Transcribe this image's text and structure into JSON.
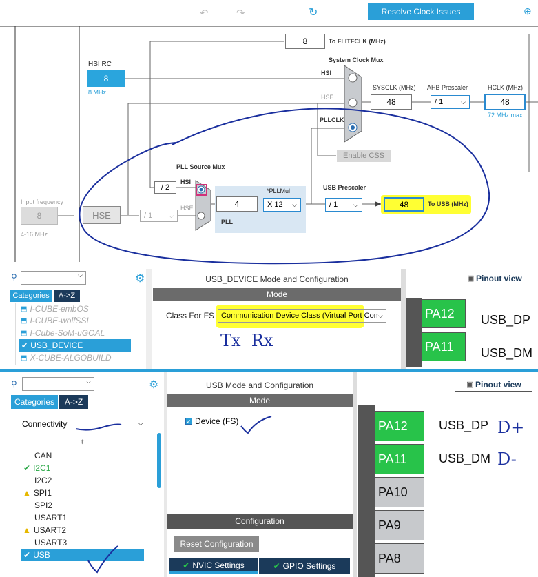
{
  "toolbar": {
    "resolve_button": "Resolve Clock Issues"
  },
  "clock": {
    "hsi_rc_label": "HSI RC",
    "hsi_rc_value": "8",
    "hsi_rc_freq": "8 MHz",
    "flitf_value": "8",
    "flitf_label": "To FLITFCLK (MHz)",
    "sysmux_label": "System Clock Mux",
    "mux_hsi": "HSI",
    "mux_hse": "HSE",
    "mux_pllclk": "PLLCLK",
    "enable_css": "Enable CSS",
    "sysclk_label": "SYSCLK (MHz)",
    "sysclk_value": "48",
    "ahb_label": "AHB Prescaler",
    "ahb_value": "/ 1",
    "hclk_label": "HCLK (MHz)",
    "hclk_value": "48",
    "hclk_max": "72 MHz max",
    "input_freq_label": "Input frequency",
    "input_freq_value": "8",
    "input_freq_range": "4-16 MHz",
    "hse_box": "HSE",
    "hse_div": "/ 1",
    "hsi_div": "/ 2",
    "pll_src_label": "PLL Source Mux",
    "pll_src_hsi": "HSI",
    "pll_src_hse": "HSE",
    "pll_value": "4",
    "pll_label": "PLL",
    "pllmul_label": "*PLLMul",
    "pllmul_value": "X 12",
    "usb_prescaler_label": "USB Prescaler",
    "usb_prescaler_value": "/ 1",
    "usb_out_value": "48",
    "usb_out_label": "To USB (MHz)"
  },
  "panel1": {
    "tab_categories": "Categories",
    "tab_az": "A->Z",
    "tree": [
      "I-CUBE-embOS",
      "I-CUBE-wolfSSL",
      "I-Cube-SoM-uGOAL",
      "USB_DEVICE",
      "X-CUBE-ALGOBUILD"
    ],
    "title": "USB_DEVICE Mode and Configuration",
    "mode_bar": "Mode",
    "class_label": "Class For FS IP",
    "class_value": "Communication Device Class (Virtual Port Com)",
    "handwriting": "Tx  Rx",
    "pinout_view": "Pinout view",
    "pins": [
      {
        "pin": "PA12",
        "signal": "USB_DP"
      },
      {
        "pin": "PA11",
        "signal": "USB_DM"
      }
    ]
  },
  "panel2": {
    "tab_categories": "Categories",
    "tab_az": "A->Z",
    "connectivity": "Connectivity",
    "list": [
      "CAN",
      "I2C1",
      "I2C2",
      "SPI1",
      "SPI2",
      "USART1",
      "USART2",
      "USART3",
      "USB"
    ],
    "title": "USB Mode and Configuration",
    "mode_bar": "Mode",
    "device_fs": "Device (FS)",
    "config_bar": "Configuration",
    "reset_config": "Reset Configuration",
    "nvic_tab": "NVIC Settings",
    "gpio_tab": "GPIO Settings",
    "pinout_view": "Pinout view",
    "pins": [
      "PA12",
      "PA11",
      "PA10",
      "PA9",
      "PA8"
    ],
    "signals": [
      "USB_DP",
      "USB_DM"
    ],
    "note_dp": "D+",
    "note_dm": "D-"
  },
  "colors": {
    "accent": "#2a9fd8",
    "pin_green": "#28c34a",
    "pin_gray": "#c7c9cc",
    "highlight": "#ffff33",
    "ink": "#1a2f9e"
  }
}
